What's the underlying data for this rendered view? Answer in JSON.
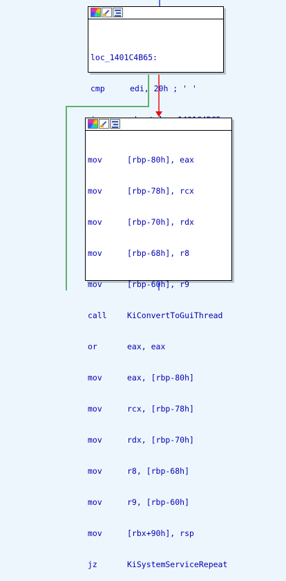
{
  "colors": {
    "background": "#eef6fd",
    "edge_green": "#2e9b3e",
    "edge_red": "#e01010",
    "edge_blue": "#2040e0",
    "text": "#0000b3"
  },
  "header_icons": [
    "color-palette-icon",
    "rename-icon",
    "graph-overview-icon"
  ],
  "block1": {
    "label": "loc_1401C4B65:",
    "lines": [
      {
        "mnemonic": "cmp",
        "operands": "edi, 20h ; ' '"
      },
      {
        "mnemonic": "jnz",
        "operands": "short loc_1401C4BC5"
      }
    ]
  },
  "block2": {
    "lines": [
      {
        "mnemonic": "mov",
        "operands": "[rbp-80h], eax"
      },
      {
        "mnemonic": "mov",
        "operands": "[rbp-78h], rcx"
      },
      {
        "mnemonic": "mov",
        "operands": "[rbp-70h], rdx"
      },
      {
        "mnemonic": "mov",
        "operands": "[rbp-68h], r8"
      },
      {
        "mnemonic": "mov",
        "operands": "[rbp-60h], r9"
      },
      {
        "mnemonic": "call",
        "operands": "KiConvertToGuiThread"
      },
      {
        "mnemonic": "or",
        "operands": "eax, eax"
      },
      {
        "mnemonic": "mov",
        "operands": "eax, [rbp-80h]"
      },
      {
        "mnemonic": "mov",
        "operands": "rcx, [rbp-78h]"
      },
      {
        "mnemonic": "mov",
        "operands": "rdx, [rbp-70h]"
      },
      {
        "mnemonic": "mov",
        "operands": "r8, [rbp-68h]"
      },
      {
        "mnemonic": "mov",
        "operands": "r9, [rbp-60h]"
      },
      {
        "mnemonic": "mov",
        "operands": "[rbx+90h], rsp"
      },
      {
        "mnemonic": "jz",
        "operands": "KiSystemServiceRepeat"
      }
    ]
  }
}
